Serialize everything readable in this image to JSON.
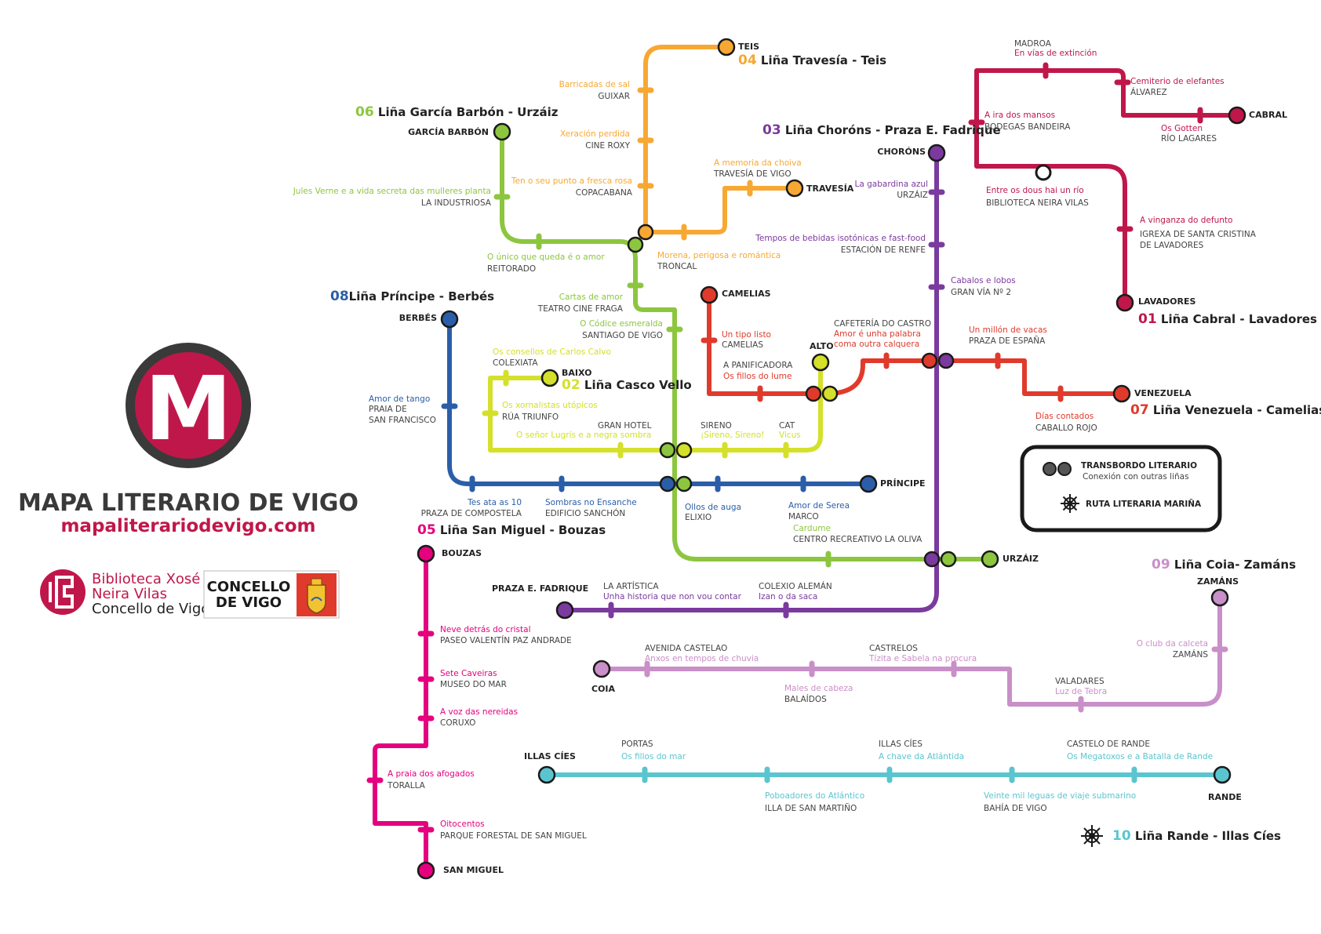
{
  "brand": {
    "logo_letter": "M",
    "title": "MAPA LITERARIO DE VIGO",
    "url": "mapaliterariodevigo.com",
    "library": [
      "Biblioteca Xosé",
      "Neira Vilas",
      "Concello de Vigo"
    ],
    "concello": [
      "CONCELLO",
      "DE VIGO"
    ]
  },
  "legend": {
    "transfer_label": "TRANSBORDO LITERARIO",
    "transfer_sub": "Conexión con outras liñas",
    "maritime_label": "RUTA LITERARIA MARIÑA"
  },
  "colors": {
    "l01": "#c0174b",
    "l02": "#d4e02a",
    "l03": "#7b3a9e",
    "l04": "#f7a833",
    "l05": "#e5007e",
    "l06": "#8cc63f",
    "l07": "#e03a2c",
    "l08": "#2b5ea8",
    "l09": "#c98fc8",
    "l10": "#5bc5cf",
    "brand": "#c0174b",
    "dark": "#3a3a3a"
  },
  "lines": [
    {
      "id": "l01",
      "num": "01",
      "name": "Liña Cabral - Lavadores"
    },
    {
      "id": "l02",
      "num": "02",
      "name": "Liña Casco Vello"
    },
    {
      "id": "l03",
      "num": "03",
      "name": "Liña Choróns - Praza E. Fadrique"
    },
    {
      "id": "l04",
      "num": "04",
      "name": "Liña Travesía - Teis"
    },
    {
      "id": "l05",
      "num": "05",
      "name": "Liña San Miguel - Bouzas"
    },
    {
      "id": "l06",
      "num": "06",
      "name": "Liña García Barbón - Urzáiz"
    },
    {
      "id": "l07",
      "num": "07",
      "name": "Liña Venezuela - Camelias"
    },
    {
      "id": "l08",
      "num": "08",
      "name": "Liña Príncipe - Berbés"
    },
    {
      "id": "l09",
      "num": "09",
      "name": "Liña Coia- Zamáns"
    },
    {
      "id": "l10",
      "num": "10",
      "name": "Liña Rande - Illas Cíes"
    }
  ],
  "terminals": [
    {
      "id": "teis",
      "text": "TEIS"
    },
    {
      "id": "travesia",
      "text": "TRAVESÍA"
    },
    {
      "id": "garcia-barbon",
      "text": "GARCÍA BARBÓN"
    },
    {
      "id": "chorons",
      "text": "CHORÓNS"
    },
    {
      "id": "cabral",
      "text": "CABRAL"
    },
    {
      "id": "lavadores",
      "text": "LAVADORES"
    },
    {
      "id": "camelias",
      "text": "CAMELIAS"
    },
    {
      "id": "berbes",
      "text": "BERBÉS"
    },
    {
      "id": "baixo",
      "text": "BAIXO"
    },
    {
      "id": "alto",
      "text": "ALTO"
    },
    {
      "id": "venezuela",
      "text": "VENEZUELA"
    },
    {
      "id": "principe",
      "text": "PRÍNCIPE"
    },
    {
      "id": "bouzas",
      "text": "BOUZAS"
    },
    {
      "id": "urzaiz",
      "text": "URZÁIZ"
    },
    {
      "id": "praza-fadrique",
      "text": "PRAZA E. FADRIQUE"
    },
    {
      "id": "zamans",
      "text": "ZAMÁNS"
    },
    {
      "id": "coia",
      "text": "COIA"
    },
    {
      "id": "san-miguel",
      "text": "SAN MIGUEL"
    },
    {
      "id": "illas-cies",
      "text": "ILLAS CÍES"
    },
    {
      "id": "rande",
      "text": "RANDE"
    }
  ],
  "stations": [
    {
      "line": "l04",
      "title": "Barricadas de sal",
      "place": "GUIXAR"
    },
    {
      "line": "l04",
      "title": "Xeración perdida",
      "place": "CINE ROXY"
    },
    {
      "line": "l04",
      "title": "Ten o seu punto a fresca rosa",
      "place": "COPACABANA"
    },
    {
      "line": "l04",
      "title": "A memoria da choiva",
      "place": "TRAVESÍA DE VIGO"
    },
    {
      "line": "l04",
      "title": "Morena, perigosa e romántica",
      "place": "TRONCAL"
    },
    {
      "line": "l06",
      "title": "Jules Verne e a vida secreta das mulleres planta",
      "place": "LA INDUSTRIOSA"
    },
    {
      "line": "l06",
      "title": "O único que queda é o amor",
      "place": "REITORADO"
    },
    {
      "line": "l06",
      "title": "Cartas de amor",
      "place": "TEATRO CINE FRAGA"
    },
    {
      "line": "l06",
      "title": "O Códice esmeralda",
      "place": "SANTIAGO DE VIGO"
    },
    {
      "line": "l06",
      "title": "Cardume",
      "place": "CENTRO RECREATIVO LA OLIVA"
    },
    {
      "line": "l03",
      "title": "La gabardina azul",
      "place": "URZÁIZ"
    },
    {
      "line": "l03",
      "title": "Tempos de bebidas isotónicas e fast-food",
      "place": "ESTACIÓN DE RENFE"
    },
    {
      "line": "l03",
      "title": "Cabalos e lobos",
      "place": "GRAN VÍA Nº 2"
    },
    {
      "line": "l03",
      "title": "Unha historia que non vou contar",
      "place": "LA ARTÍSTICA"
    },
    {
      "line": "l03",
      "title": "Izan o da saca",
      "place": "COLEXIO ALEMÁN"
    },
    {
      "line": "l01",
      "title": "En vías de extinción",
      "place": "MADROA"
    },
    {
      "line": "l01",
      "title": "Cemiterio de elefantes",
      "place": "ÁLVAREZ"
    },
    {
      "line": "l01",
      "title": "Os Gotten",
      "place": "RÍO LAGARES"
    },
    {
      "line": "l01",
      "title": "A ira dos mansos",
      "place": "BODEGAS BANDEIRA"
    },
    {
      "line": "l01",
      "title": "Entre os dous hai un río",
      "place": "BIBLIOTECA NEIRA VILAS"
    },
    {
      "line": "l01",
      "title": "A vinganza do defunto",
      "place": "IGREXA DE SANTA CRISTINA"
    },
    {
      "line": "l07",
      "title": "Un tipo listo",
      "place": "CAMELIAS"
    },
    {
      "line": "l07",
      "title": "Os fillos do lume",
      "place": "A PANIFICADORA"
    },
    {
      "line": "l07",
      "title": "Amor é unha palabra coma outra calquera",
      "place": "CAFETERÍA DO CASTRO"
    },
    {
      "line": "l07",
      "title": "Un millón de vacas",
      "place": "PRAZA DE ESPAÑA"
    },
    {
      "line": "l07",
      "title": "Días contados",
      "place": "CABALLO ROJO"
    },
    {
      "line": "l02",
      "title": "Os consellos de Carlos Calvo",
      "place": "COLEXIATA"
    },
    {
      "line": "l02",
      "title": "Os xornalistas utópicos",
      "place": "RÚA TRIUNFO"
    },
    {
      "line": "l02",
      "title": "O señor Lugrís e a negra sombra",
      "place": "GRAN HOTEL"
    },
    {
      "line": "l02",
      "title": "¡Sireno, Sireno!",
      "place": "SIRENO"
    },
    {
      "line": "l02",
      "title": "Vicus",
      "place": "CAT"
    },
    {
      "line": "l08",
      "title": "Amor de tango",
      "place": "PRAIA DE SAN FRANCISCO"
    },
    {
      "line": "l08",
      "title": "Tes ata as 10",
      "place": "PRAZA DE COMPOSTELA"
    },
    {
      "line": "l08",
      "title": "Sombras no Ensanche",
      "place": "EDIFICIO SANCHÓN"
    },
    {
      "line": "l08",
      "title": "Ollos de auga",
      "place": "ELIXIO"
    },
    {
      "line": "l08",
      "title": "Amor de Serea",
      "place": "MARCO"
    },
    {
      "line": "l05",
      "title": "Neve detrás do cristal",
      "place": "PASEO VALENTÍN PAZ ANDRADE"
    },
    {
      "line": "l05",
      "title": "Sete Caveiras",
      "place": "MUSEO DO MAR"
    },
    {
      "line": "l05",
      "title": "A voz das nereidas",
      "place": "CORUXO"
    },
    {
      "line": "l05",
      "title": "A praia dos afogados",
      "place": "TORALLA"
    },
    {
      "line": "l05",
      "title": "Oitocentos",
      "place": "PARQUE FORESTAL DE SAN MIGUEL"
    },
    {
      "line": "l09",
      "title": "Anxos en tempos de chuvia",
      "place": "AVENIDA CASTELAO"
    },
    {
      "line": "l09",
      "title": "Males de cabeza",
      "place": "BALAÍDOS"
    },
    {
      "line": "l09",
      "title": "Tízita e Sabela na procura",
      "place": "CASTRELOS"
    },
    {
      "line": "l09",
      "title": "Luz de Tebra",
      "place": "VALADARES"
    },
    {
      "line": "l09",
      "title": "O club da calceta",
      "place": "ZAMÁNS"
    },
    {
      "line": "l10",
      "title": "Os fillos do mar",
      "place": "PORTAS"
    },
    {
      "line": "l10",
      "title": "Poboadores do Atlántico",
      "place": "ILLA DE SAN MARTIÑO"
    },
    {
      "line": "l10",
      "title": "A chave da Atlántida",
      "place": "ILLAS CÍES"
    },
    {
      "line": "l10",
      "title": "Veinte mil leguas de viaje submarino",
      "place": "BAHÍA DE VIGO"
    },
    {
      "line": "l10",
      "title": "Os Megatoxos e a Batalla de Rande",
      "place": "CASTELO DE RANDE"
    }
  ]
}
